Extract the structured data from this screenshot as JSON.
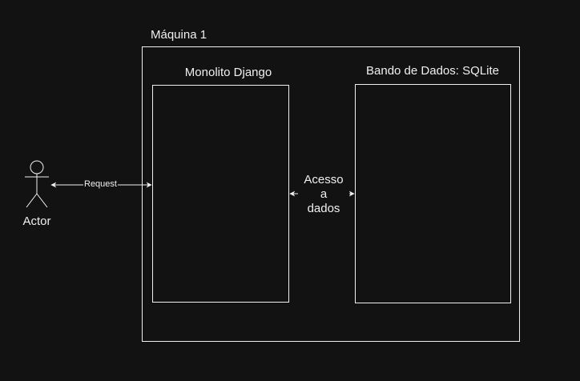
{
  "diagram": {
    "machine": {
      "label": "Máquina 1"
    },
    "django": {
      "label": "Monolito Django"
    },
    "database": {
      "label": "Bando de Dados: SQLite"
    },
    "actor": {
      "label": "Actor"
    },
    "request_edge": {
      "label": "Request"
    },
    "data_access_edge": {
      "line1": "Acesso",
      "line2": "a",
      "line3": "dados"
    }
  },
  "colors": {
    "background": "#121212",
    "stroke": "#f0f0f0"
  }
}
